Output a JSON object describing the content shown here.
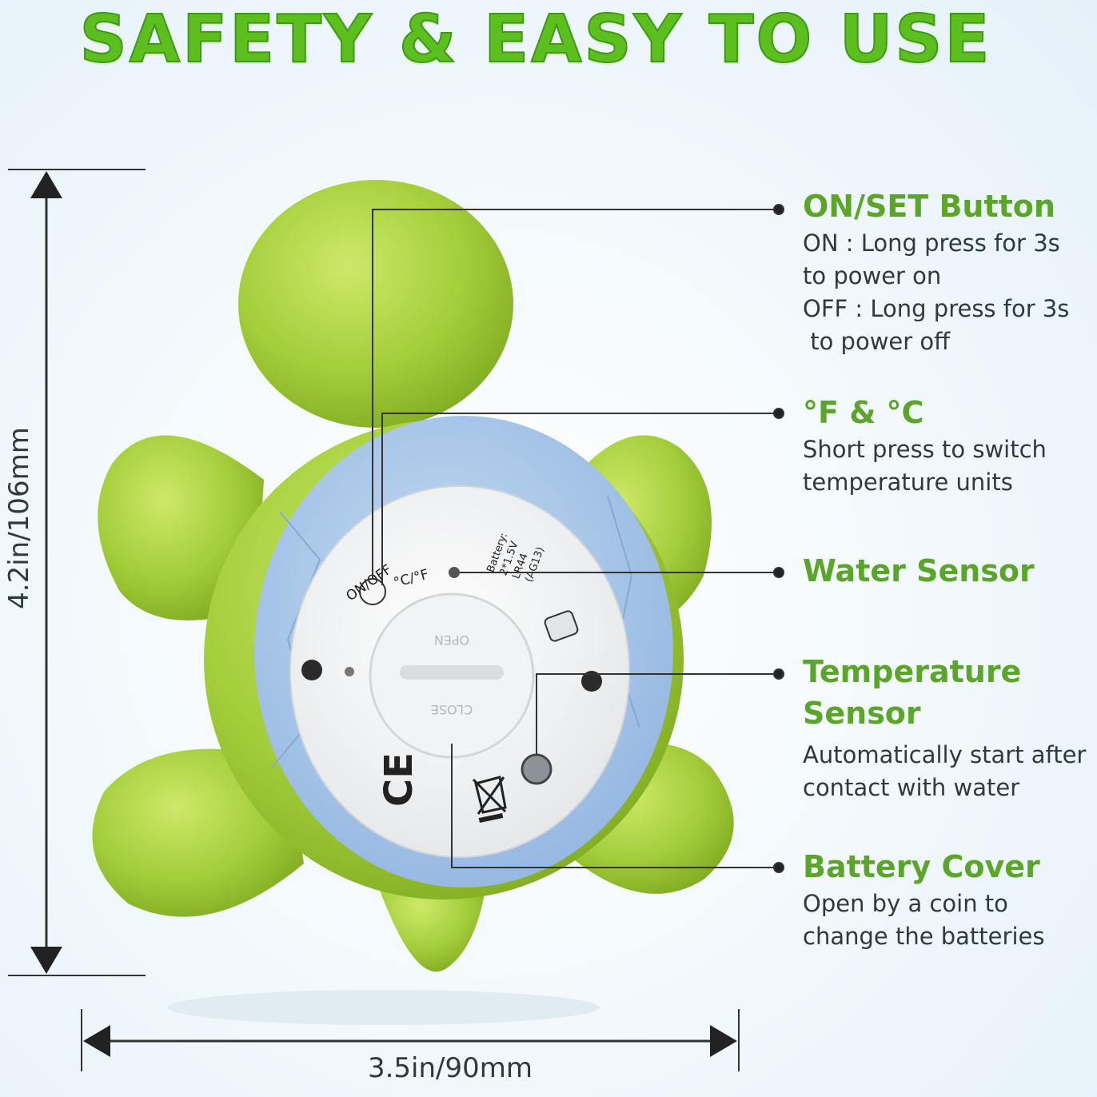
{
  "title": "SAFETY & EASY TO USE",
  "dimensions": {
    "height_label": "4.2in/106mm",
    "width_label": "3.5in/90mm"
  },
  "features": [
    {
      "name": "ON/SET Button",
      "description": [
        "ON : Long press for 3s",
        "to power on",
        "OFF : Long press for 3s",
        " to power off"
      ]
    },
    {
      "name": "°F & °C",
      "description": [
        "Short press to switch",
        "temperature units"
      ]
    },
    {
      "name": "Water Sensor",
      "description": []
    },
    {
      "name": "Temperature",
      "name2": "Sensor",
      "description": [
        "Automatically start after",
        "contact with water"
      ]
    },
    {
      "name": "Battery Cover",
      "description": [
        "Open by a coin to",
        "change the batteries"
      ]
    }
  ],
  "device_labels": {
    "on_off": "ON/OFF",
    "unit": "°C/°F",
    "battery_1": "Battery:",
    "battery_2": "2*1.5V",
    "battery_3": "LR44",
    "battery_4": "(AG13)",
    "open": "OPEN",
    "close": "CLOSE",
    "ce_mark": "CE"
  },
  "colors": {
    "title_green": "#5cbf1f",
    "feature_green": "#5aa52a",
    "turtle_green": "#9cc934",
    "shell_blue": "#a9c7ea",
    "text_dark": "#2f3a3f"
  }
}
